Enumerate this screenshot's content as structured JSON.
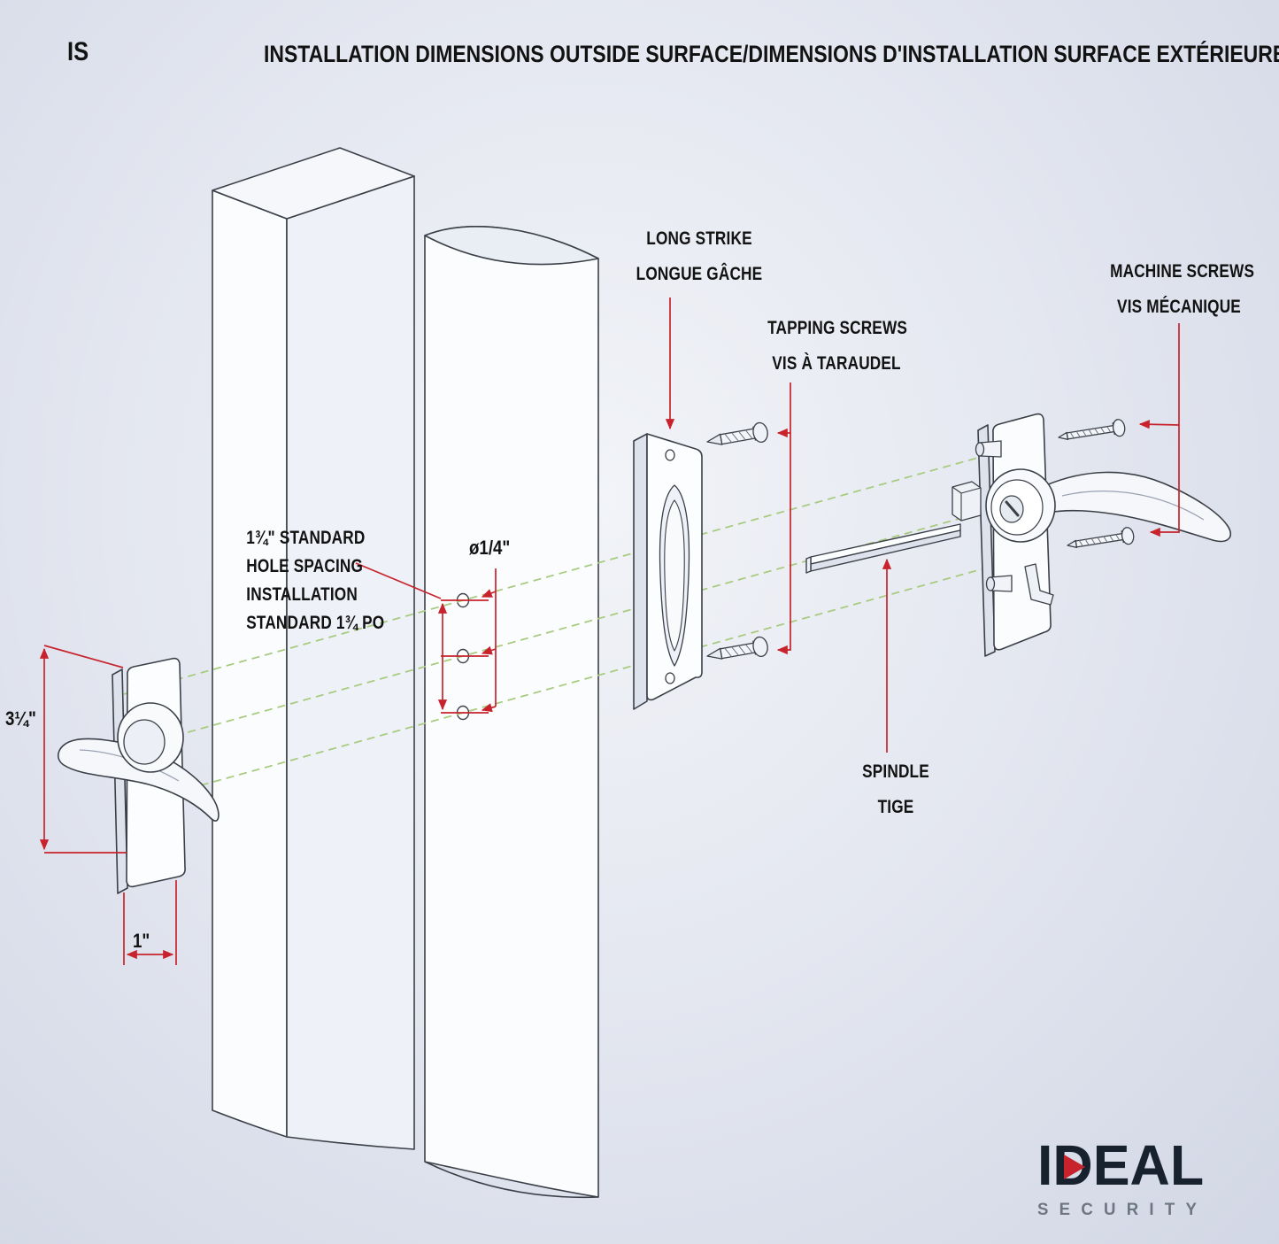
{
  "header": {
    "code": "IS",
    "title": "INSTALLATION DIMENSIONS OUTSIDE SURFACE/DIMENSIONS D'INSTALLATION SURFACE EXTÉRIEURE"
  },
  "labels": {
    "long_strike": {
      "en": "LONG STRIKE",
      "fr": "LONGUE GÂCHE"
    },
    "tapping_screws": {
      "en": "TAPPING SCREWS",
      "fr": "VIS À TARAUDEL"
    },
    "machine_screws": {
      "en": "MACHINE SCREWS",
      "fr": "VIS MÉCANIQUE"
    },
    "spindle": {
      "en": "SPINDLE",
      "fr": "TIGE"
    },
    "hole_spacing": {
      "line1": "1¾\" STANDARD",
      "line2": "HOLE SPACING",
      "line3": "INSTALLATION",
      "line4": "STANDARD 1¾ PO"
    },
    "hole_diameter": "ø1/4\""
  },
  "dimensions": {
    "handle_height": "3¼\"",
    "handle_width": "1\""
  },
  "logo": {
    "name": "IDEAL",
    "sub": "SECURITY"
  },
  "colors": {
    "dimension_red": "#c8232c",
    "alignment_green": "#a6cb7d",
    "line_dark": "#3b4048",
    "logo_navy": "#18222f",
    "logo_red": "#c8232c"
  }
}
